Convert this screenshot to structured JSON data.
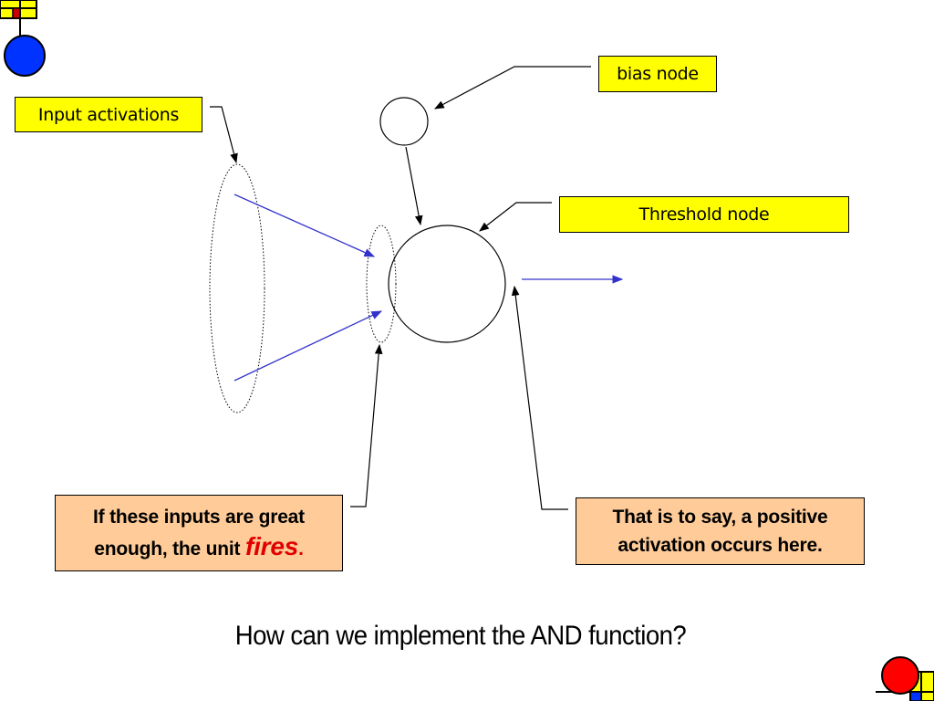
{
  "labels": {
    "bias_node": "bias node",
    "input_activations": "Input activations",
    "threshold_node": "Threshold node"
  },
  "notes": {
    "inputs_fire_part1": "If these inputs are great enough, the unit",
    "inputs_fire_emphasis": "fires",
    "inputs_fire_end": ".",
    "positive_activation": "That is to say, a positive activation occurs here."
  },
  "question": "How can we implement the AND function?",
  "colors": {
    "label_fill": "#ffff00",
    "note_fill": "#ffcc99",
    "arrow_blue": "#3333cc",
    "emphasis_red": "#e00000",
    "deco_blue": "#0033ff",
    "deco_red": "#ff0000",
    "deco_yellow": "#ffff00"
  },
  "icons": {
    "top_left": "mondrian-blue-circle-icon",
    "bottom_right": "mondrian-red-circle-icon"
  }
}
